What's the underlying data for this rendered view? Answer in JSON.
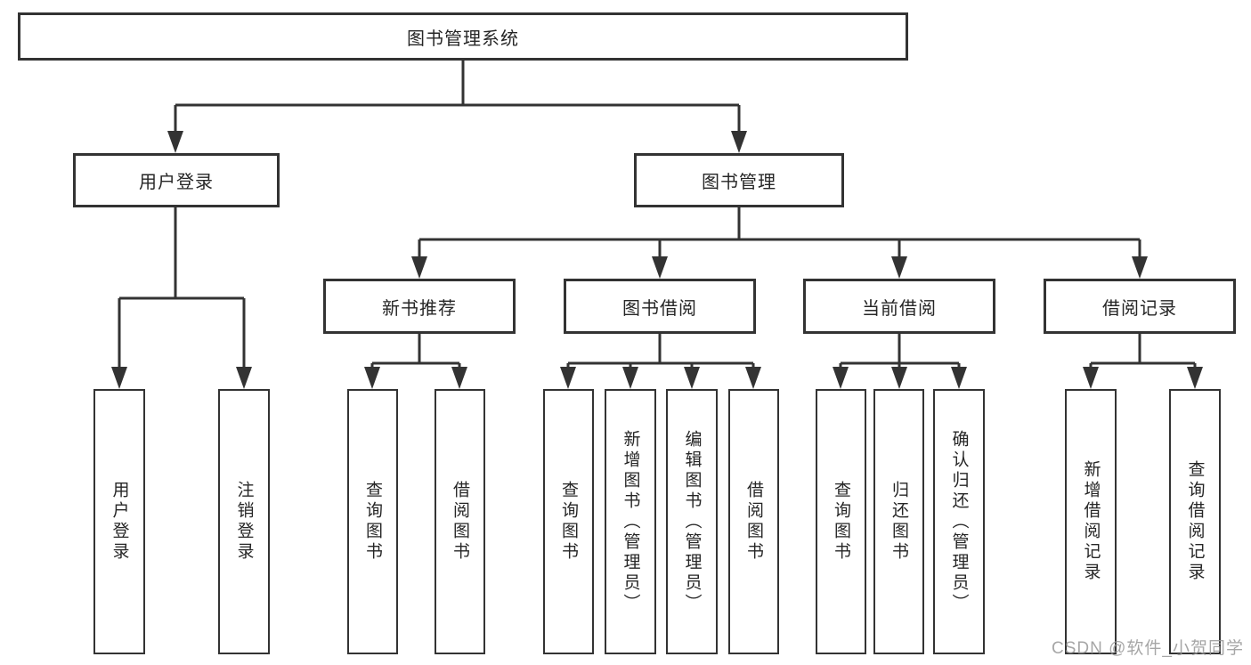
{
  "tree": {
    "label": "图书管理系统",
    "children": [
      {
        "label": "用户登录",
        "children": [
          {
            "label": "用户登录"
          },
          {
            "label": "注销登录"
          }
        ]
      },
      {
        "label": "图书管理",
        "children": [
          {
            "label": "新书推荐",
            "children": [
              {
                "label": "查询图书"
              },
              {
                "label": "借阅图书"
              }
            ]
          },
          {
            "label": "图书借阅",
            "children": [
              {
                "label": "查询图书"
              },
              {
                "label": "新增图书（管理员）"
              },
              {
                "label": "编辑图书（管理员）"
              },
              {
                "label": "借阅图书"
              }
            ]
          },
          {
            "label": "当前借阅",
            "children": [
              {
                "label": "查询图书"
              },
              {
                "label": "归还图书"
              },
              {
                "label": "确认归还（管理员）"
              }
            ]
          },
          {
            "label": "借阅记录",
            "children": [
              {
                "label": "新增借阅记录"
              },
              {
                "label": "查询借阅记录"
              }
            ]
          }
        ]
      }
    ]
  },
  "watermark": "CSDN @软件_小贺同学",
  "colors": {
    "line": "#333333",
    "box_border": "#333333",
    "background": "#ffffff",
    "watermark": "#969696"
  }
}
